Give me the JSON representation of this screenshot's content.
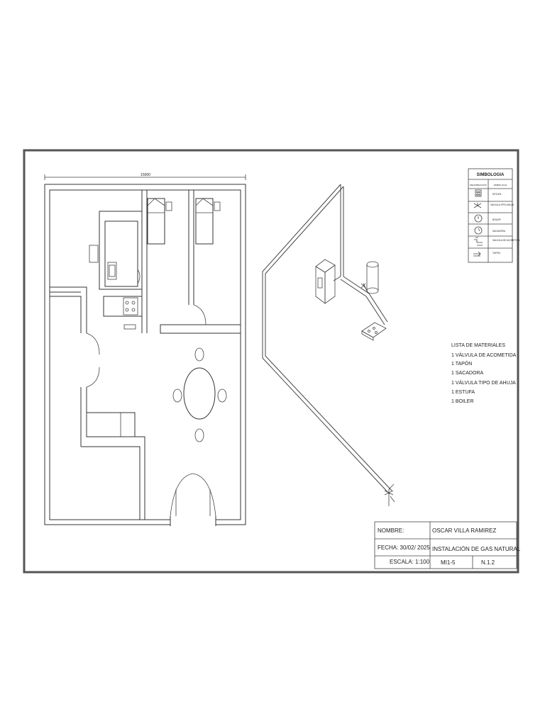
{
  "plan": {
    "dimension_label": "15000"
  },
  "legend": {
    "title": "SIMBOLOGIA",
    "col_name": "DENOMINACION",
    "col_symbol": "SIMBOLOGIA",
    "rows": [
      {
        "icon": "stove-icon",
        "label": "ESTUFA"
      },
      {
        "icon": "needle-valve-icon",
        "label": "VALVULA TIPO AHUJA"
      },
      {
        "icon": "boiler-icon",
        "label": "BOILER"
      },
      {
        "icon": "dryer-icon",
        "label": "SACADORA"
      },
      {
        "icon": "service-valve-icon",
        "label": "VALVULA DE ACOMETIDA"
      },
      {
        "icon": "cap-icon",
        "label": "TAPON"
      }
    ]
  },
  "materials": {
    "title": "LISTA DE MATERIALES",
    "items": [
      "1 VÁLVULA  DE ACOMETIDA",
      "1 TAPÓN",
      "1 SACADORA",
      "1 VÁLVULA  TIPO DE AHUJA",
      "1 ESTUFA",
      "1 BOILER"
    ]
  },
  "title_block": {
    "name_label": "NOMBRE:",
    "name_value": "OSCAR VILLA RAMIREZ",
    "date_label": "FECHA: 30/02/ 2025",
    "project": "INSTALACIÓN DE GAS NATURAL",
    "scale_label": "ESCALA: 1:100",
    "code": "MI1-5",
    "sheet": "N.1.2"
  }
}
